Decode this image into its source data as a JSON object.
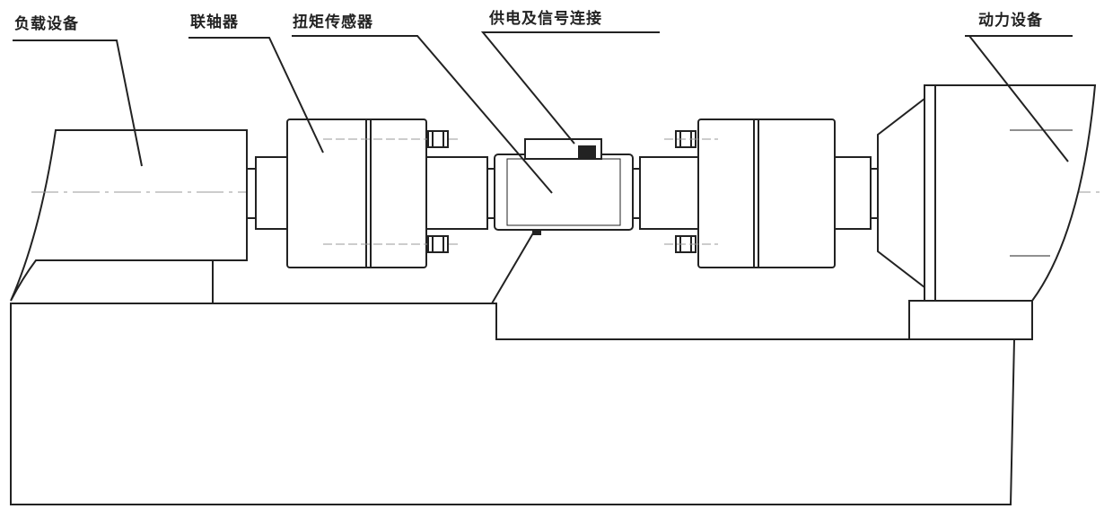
{
  "labels": {
    "load_device": "负载设备",
    "coupling": "联轴器",
    "torque_sensor": "扭矩传感器",
    "power_signal": "供电及信号连接",
    "power_device": "动力设备"
  }
}
